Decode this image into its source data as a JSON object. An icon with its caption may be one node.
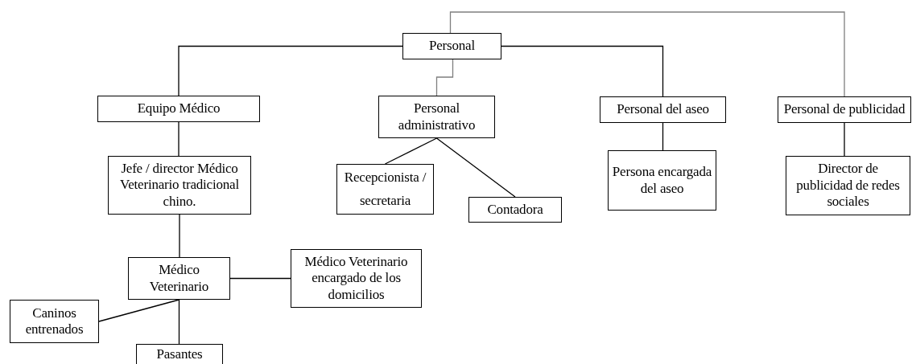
{
  "diagram": {
    "nodes": [
      {
        "text": [
          "Personal"
        ]
      },
      {
        "text": [
          "Equipo Médico"
        ]
      },
      {
        "text": [
          "Personal administrativo"
        ]
      },
      {
        "text": [
          "Personal del aseo"
        ]
      },
      {
        "text": [
          "Personal de publicidad"
        ]
      },
      {
        "text": [
          "Jefe / director Médico Veterinario tradicional chino."
        ]
      },
      {
        "text": [
          "Recepcionista / secretaria"
        ]
      },
      {
        "text": [
          "Contadora"
        ]
      },
      {
        "text": [
          "Persona encargada del aseo"
        ]
      },
      {
        "text": [
          "Director de publicidad de redes sociales"
        ]
      },
      {
        "text": [
          "Médico Veterinario"
        ]
      },
      {
        "text": [
          "Médico Veterinario encargado de los domicilios"
        ]
      },
      {
        "text": [
          "Caninos entrenados"
        ]
      },
      {
        "text": [
          "Pasantes"
        ]
      }
    ],
    "edges": [
      {
        "from": 0,
        "to": 1,
        "arrow": "none"
      },
      {
        "from": 0,
        "to": 2,
        "arrow": "none",
        "color": "#7f7f7f"
      },
      {
        "from": 0,
        "to": 3,
        "arrow": "none"
      },
      {
        "from": 0,
        "to": 4,
        "arrow": "none",
        "color": "#7f7f7f"
      },
      {
        "from": 1,
        "to": 5,
        "arrow": "none"
      },
      {
        "from": 2,
        "to": 6,
        "arrow": "none"
      },
      {
        "from": 2,
        "to": 7,
        "arrow": "none"
      },
      {
        "from": 3,
        "to": 8,
        "arrow": "none"
      },
      {
        "from": 4,
        "to": 9,
        "arrow": "none"
      },
      {
        "from": 5,
        "to": 10,
        "arrow": "none"
      },
      {
        "from": 10,
        "to": 11,
        "arrow": "none"
      },
      {
        "from": 10,
        "to": 12,
        "arrow": "none"
      },
      {
        "from": 10,
        "to": 13,
        "arrow": "none"
      }
    ]
  }
}
